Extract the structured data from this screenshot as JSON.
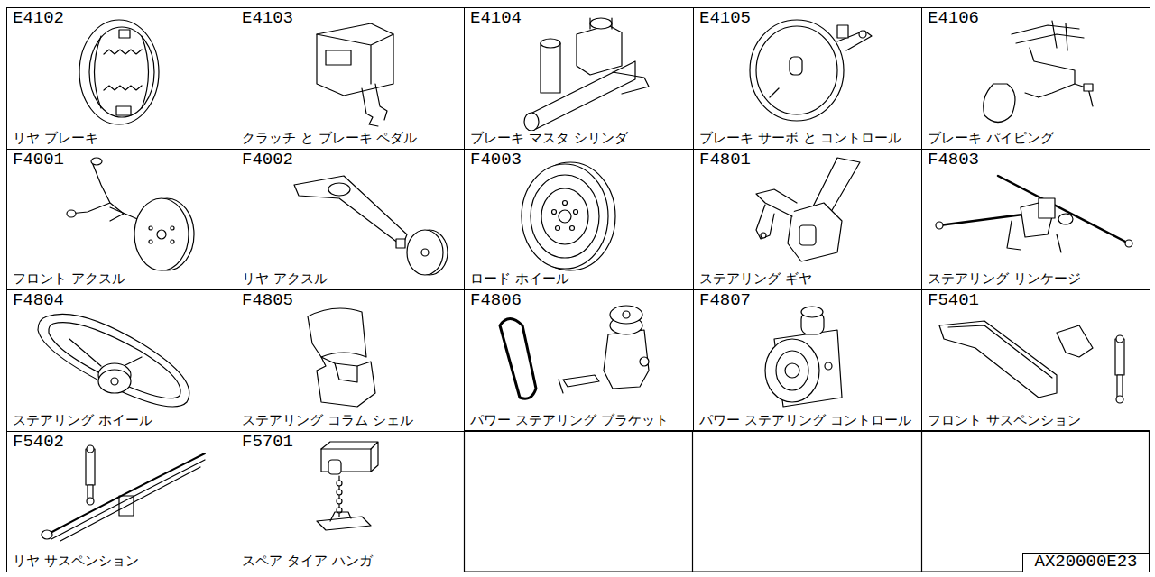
{
  "diagram": {
    "nodes": [
      {
        "text": [
          "E4102",
          "リヤ ブレーキ"
        ]
      },
      {
        "text": [
          "E4103",
          "クラッチ と ブレーキ ペダル"
        ]
      },
      {
        "text": [
          "E4104",
          "ブレーキ マスタ シリンダ"
        ]
      },
      {
        "text": [
          "E4105",
          "ブレーキ サーボ と コントロール"
        ]
      },
      {
        "text": [
          "E4106",
          "ブレーキ パイピング"
        ]
      },
      {
        "text": [
          "F4001",
          "フロント アクスル"
        ]
      },
      {
        "text": [
          "F4002",
          "リヤ アクスル"
        ]
      },
      {
        "text": [
          "F4003",
          "ロード ホイール"
        ]
      },
      {
        "text": [
          "F4801",
          "ステアリング ギヤ"
        ]
      },
      {
        "text": [
          "F4803",
          "ステアリング リンケージ"
        ]
      },
      {
        "text": [
          "F4804",
          "ステアリング ホイール"
        ]
      },
      {
        "text": [
          "F4805",
          "ステアリング コラム シェル"
        ]
      },
      {
        "text": [
          "F4806",
          "パワー ステアリング ブラケット"
        ]
      },
      {
        "text": [
          "F4807",
          "パワー ステアリング コントロール"
        ]
      },
      {
        "text": [
          "F5401",
          "フロント サスペンション"
        ]
      },
      {
        "text": [
          "F5402",
          "リヤ サスペンション"
        ]
      },
      {
        "text": [
          "F5701",
          "スペア タイア ハンガ"
        ]
      },
      {
        "text": [
          "AX20000E23"
        ]
      }
    ]
  }
}
